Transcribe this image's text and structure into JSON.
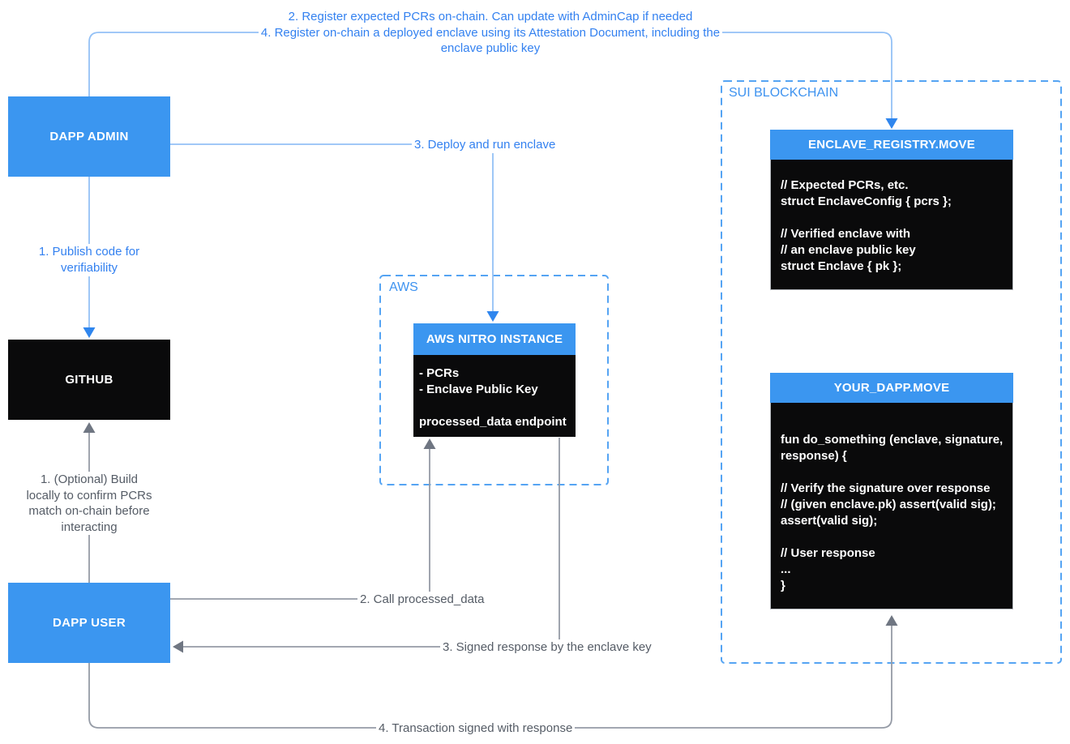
{
  "top_note": {
    "line1": "2. Register expected PCRs on-chain. Can update with AdminCap if needed",
    "line2": "4. Register on-chain a deployed enclave using its Attestation Document, including the",
    "line3": "enclave public key"
  },
  "nodes": {
    "dapp_admin": "DAPP ADMIN",
    "github": "GITHUB",
    "dapp_user": "DAPP USER"
  },
  "aws": {
    "label": "AWS",
    "instance": {
      "title": "AWS NITRO INSTANCE",
      "lines": [
        "- PCRs",
        "- Enclave Public Key",
        "",
        "processed_data endpoint"
      ]
    }
  },
  "sui": {
    "label": "SUI BLOCKCHAIN",
    "registry": {
      "title": "ENCLAVE_REGISTRY.MOVE",
      "code": [
        "// Expected PCRs, etc.",
        "struct EnclaveConfig { pcrs };",
        "",
        "// Verified enclave with",
        "// an enclave public key",
        "struct Enclave { pk };"
      ]
    },
    "dapp": {
      "title": "YOUR_DAPP.MOVE",
      "code": [
        "fun do_something (enclave, signature,",
        "response) {",
        "",
        "// Verify the signature over response",
        "// (given enclave.pk) assert(valid sig);",
        "assert(valid sig);",
        "",
        "// User response",
        "...",
        "}"
      ]
    }
  },
  "edges": {
    "publish": [
      "1. Publish code for",
      "verifiability"
    ],
    "deploy": "3. Deploy and run enclave",
    "optional_build": [
      "1. (Optional) Build",
      "locally to confirm PCRs",
      "match on-chain before",
      "interacting"
    ],
    "call": "2. Call processed_data",
    "signed_response": "3. Signed response by the enclave key",
    "transaction": "4. Transaction signed with response"
  },
  "colors": {
    "node_blue": "#3B96F0",
    "node_black": "#0A0A0B",
    "line_light_blue": "#94C1F6",
    "arrow_blue": "#2F86EE",
    "dashed_border_blue": "#55A4F3",
    "label_text_blue": "#3381F0",
    "group_label_blue": "#3E93F0",
    "line_gray": "#959BA6",
    "arrow_gray": "#6F7682",
    "label_text_gray": "#555C66"
  }
}
